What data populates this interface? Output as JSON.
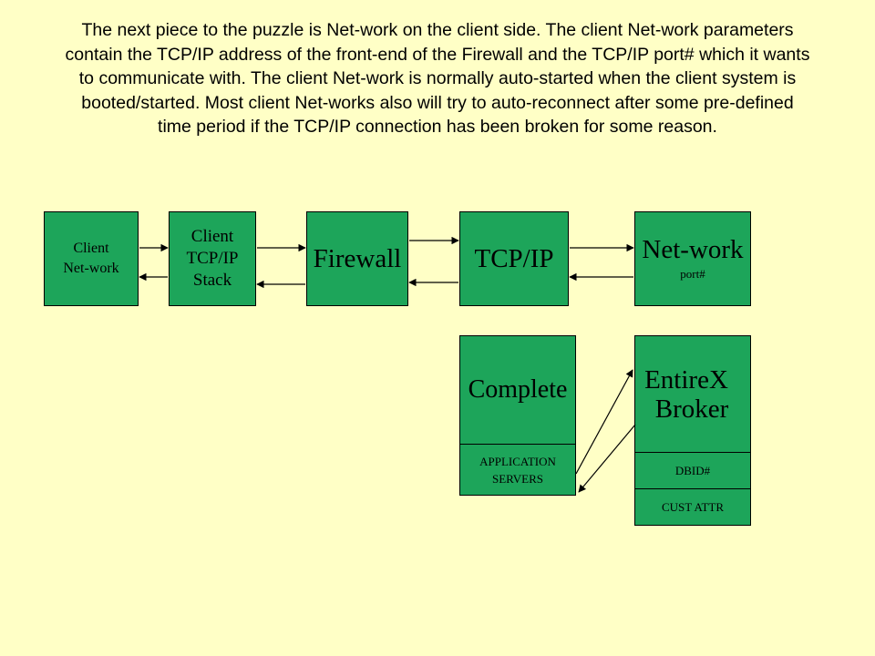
{
  "intro_text": "The next piece to the puzzle is Net-work on the client side. The client Net-work parameters contain the TCP/IP address of the front-end of the Firewall and the TCP/IP port# which it wants to communicate with. The client Net-work is normally auto-started when the client system is booted/started. Most client Net-works also will try to auto-reconnect after some pre-defined time period if the TCP/IP connection has been broken for some reason.",
  "colors": {
    "background": "#FFFFC6",
    "box_fill": "#1DA55A",
    "line": "#000000"
  },
  "boxes": {
    "client_network": {
      "line1": "Client",
      "line2": "Net-work"
    },
    "client_stack": {
      "line1": "Client",
      "line2": "TCP/IP",
      "line3": "Stack"
    },
    "firewall": {
      "label": "Firewall"
    },
    "tcpip": {
      "label": "TCP/IP"
    },
    "network_port": {
      "label": "Net-work",
      "sub": "port#"
    },
    "complete": {
      "label": "Complete",
      "sub_line1": "APPLICATION",
      "sub_line2": "SERVERS"
    },
    "entirex": {
      "line1": "EntireX",
      "line2": "Broker",
      "cell1": "DBID#",
      "cell2": "CUST ATTR"
    }
  }
}
